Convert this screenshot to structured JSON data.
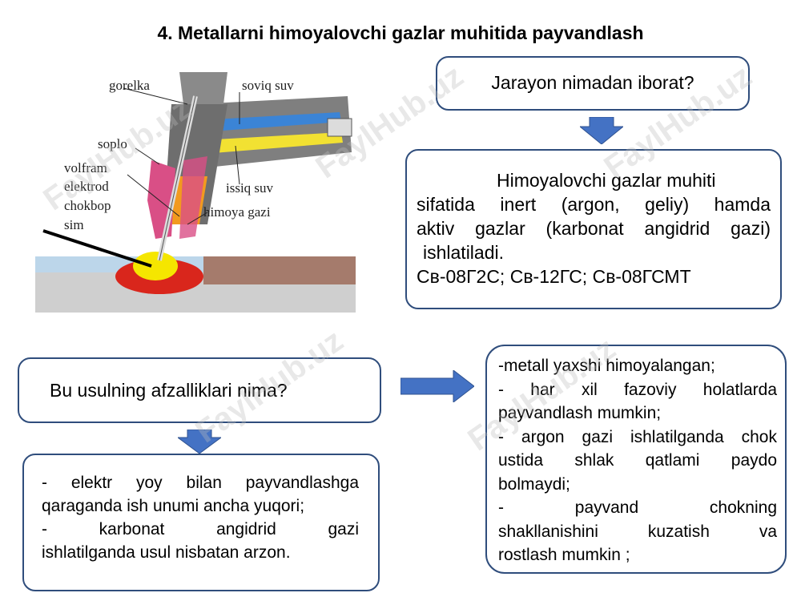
{
  "title": "4. Metallarni himoyalovchi gazlar muhitida  payvandlash",
  "diagram": {
    "labels": {
      "gorelka": "gorelka",
      "soviq_suv": "soviq suv",
      "soplo": "soplo",
      "volfram": "volfram",
      "elektrod": "elektrod",
      "chokbop": "chokbop",
      "sim": "sim",
      "issiq_suv": "issiq suv",
      "himoya_gazi": "himoya gazi"
    }
  },
  "question1": "Jarayon nimadan iborat?",
  "answer1": {
    "line1": "Himoyalovchi gazlar muhiti",
    "line2": "sifatida inert (argon, geliy) hamda",
    "line3": "aktiv gazlar (karbonat angidrid gazi)",
    "line4": "ishlatiladi.",
    "line5": "Св-08Г2С; Св-12ГС; Св-08ГСМТ"
  },
  "question2": "Bu usulning afzalliklari nima?",
  "answer2": {
    "line1": "- elektr yoy bilan payvandlashga",
    "line2": "qaraganda ish unumi ancha yuqori;",
    "line3": "- karbonat angidrid gazi",
    "line4": "ishlatilganda usul nisbatan arzon."
  },
  "answer3": {
    "line1": "-metall yaxshi himoyalangan;",
    "line2": "- har xil fazoviy holatlarda",
    "line3": "payvandlash mumkin;",
    "line4": "- argon gazi ishlatilganda chok",
    "line5": "ustida shlak qatlami paydo",
    "line6": "bolmaydi;",
    "line7": "- payvand chokning",
    "line8": "shakllanishini kuzatish va",
    "line9": "rostlash mumkin ;"
  },
  "watermark": "FaylHub.uz",
  "colors": {
    "border": "#2f4d7c",
    "arrow": "#4472c4"
  }
}
